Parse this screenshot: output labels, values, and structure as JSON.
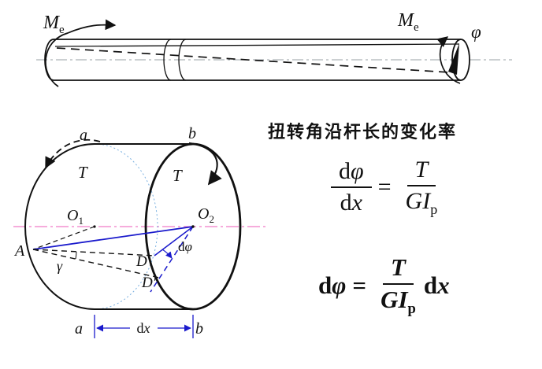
{
  "colors": {
    "ink": "#111111",
    "blue": "#1a1acc",
    "magenta": "#f07ac8",
    "hidden_edge_blue": "#7ab0e0",
    "centerline_gray": "#9aa0a6"
  },
  "shaft": {
    "me_left": {
      "main": "M",
      "sub": "e"
    },
    "me_right": {
      "main": "M",
      "sub": "e"
    },
    "phi": "φ"
  },
  "element": {
    "a_top": "a",
    "b_top": "b",
    "a_bottom": "a",
    "b_bottom": "b",
    "t_left": "T",
    "t_right": "T",
    "o1": {
      "main": "O",
      "sub": "1"
    },
    "o2": {
      "main": "O",
      "sub": "2"
    },
    "point_A": "A",
    "point_D": "D",
    "point_D_prime": "D′",
    "gamma": "γ",
    "dphi": {
      "d": "d",
      "phi": "φ"
    },
    "dx": {
      "d": "d",
      "x": "x"
    }
  },
  "heading": "扭转角沿杆长的变化率",
  "equations": {
    "eq1": {
      "num_d": "d",
      "num_phi": "φ",
      "den_d": "d",
      "den_x": "x",
      "equals": "=",
      "rhs_num": "T",
      "rhs_den": "GI",
      "rhs_den_sub": "p"
    },
    "eq2": {
      "lhs_d": "d",
      "lhs_phi": "φ",
      "equals": "=",
      "num": "T",
      "den": "GI",
      "den_sub": "p",
      "tail_d": "d",
      "tail_x": "x"
    }
  }
}
